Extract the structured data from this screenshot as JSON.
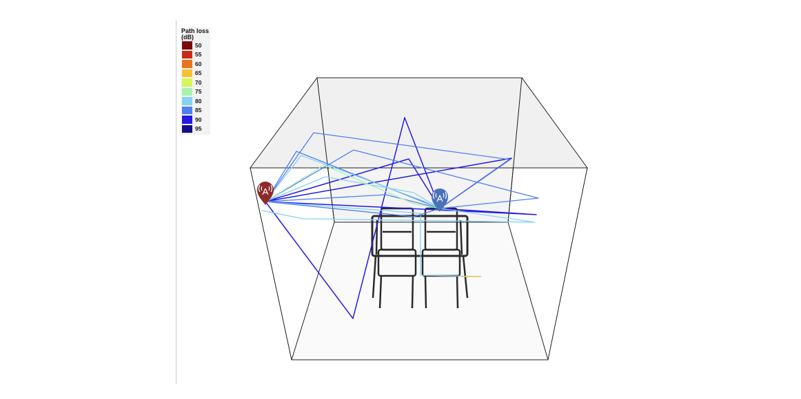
{
  "legend": {
    "title_line1": "Path loss",
    "title_line2": "(dB)",
    "items": [
      {
        "label": "50",
        "color": "#7a0c0c"
      },
      {
        "label": "55",
        "color": "#cc2a12"
      },
      {
        "label": "60",
        "color": "#e8741e"
      },
      {
        "label": "65",
        "color": "#f6c12e"
      },
      {
        "label": "70",
        "color": "#d8f55a"
      },
      {
        "label": "75",
        "color": "#a8f2b2"
      },
      {
        "label": "80",
        "color": "#86d2f2"
      },
      {
        "label": "85",
        "color": "#4d7ff0"
      },
      {
        "label": "90",
        "color": "#2418e6"
      },
      {
        "label": "95",
        "color": "#120c8c"
      }
    ]
  },
  "markers": {
    "transmitter": {
      "icon": "antenna-icon",
      "color": "#8e2a2a"
    },
    "receiver": {
      "icon": "antenna-icon",
      "color": "#4a72b8"
    }
  }
}
